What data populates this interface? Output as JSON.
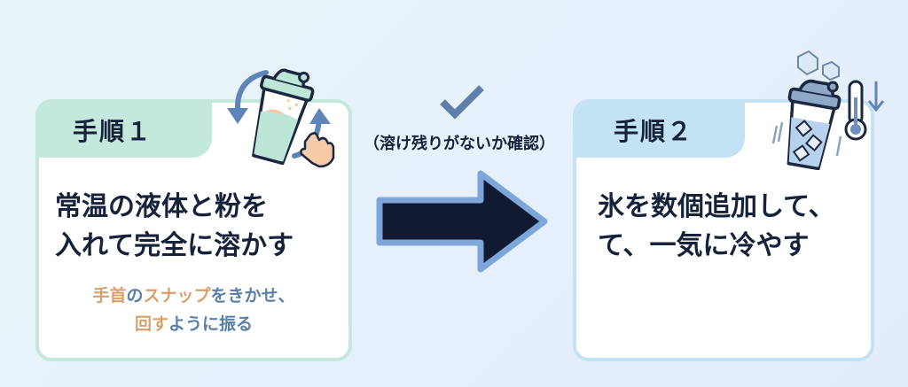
{
  "colors": {
    "background_start": "#e6f6f8",
    "background_end": "#e3ecfa",
    "step1_accent": "#c4e8dc",
    "step2_accent": "#c3e2f4",
    "text_dark": "#16223a",
    "highlight_orange": "#d9a06a",
    "highlight_blue": "#5a7fa8",
    "arrow_fill": "#111a33",
    "arrow_outline": "#7ea6d8",
    "check_color": "#5e80a8"
  },
  "step1": {
    "label": "手順１",
    "illustration": "shaker-shake-icon",
    "main_line1": "常温の液体と粉を",
    "main_line2": "入れて完全に溶かす",
    "sub_line1": [
      {
        "text": "手首",
        "color": "orange"
      },
      {
        "text": "の",
        "color": "blue"
      },
      {
        "text": "スナップ",
        "color": "orange"
      },
      {
        "text": "をきかせ、",
        "color": "blue"
      }
    ],
    "sub_line2": [
      {
        "text": "回す",
        "color": "orange"
      },
      {
        "text": "ように振る",
        "color": "blue"
      }
    ]
  },
  "transition": {
    "icon": "check-icon",
    "note": "（溶け残りがないか確認）",
    "arrow": "right-arrow-icon"
  },
  "step2": {
    "label": "手順２",
    "illustration": "shaker-ice-thermometer-icon",
    "main_line1": "氷を数個追加して、",
    "main_line2": "て、一気に冷やす"
  }
}
